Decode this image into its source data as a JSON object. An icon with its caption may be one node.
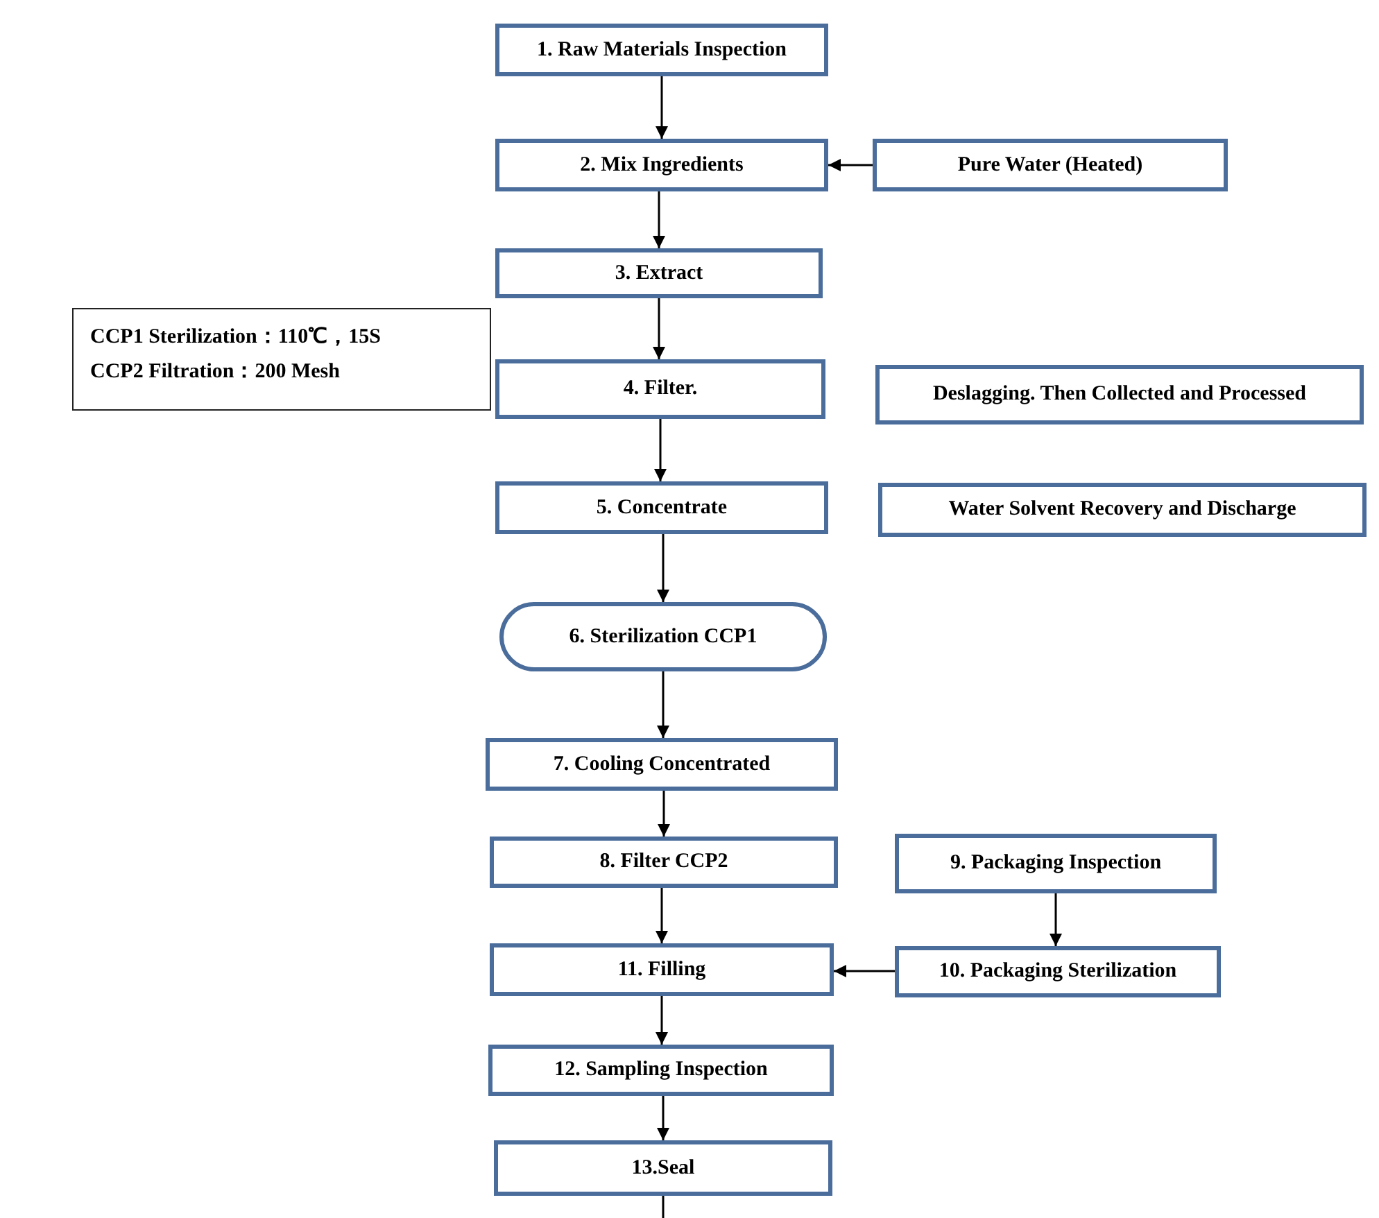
{
  "diagram": {
    "nodes": [
      {
        "text": [
          "1. Raw Materials Inspection"
        ]
      },
      {
        "text": [
          "2. Mix Ingredients"
        ]
      },
      {
        "text": [
          "Pure Water (Heated)"
        ]
      },
      {
        "text": [
          "3. Extract"
        ]
      },
      {
        "text": [
          "CCP1 Sterilization：110℃，15S",
          "CCP2 Filtration：200 Mesh"
        ]
      },
      {
        "text": [
          "4. Filter."
        ]
      },
      {
        "text": [
          "Deslagging. Then Collected and Processed"
        ]
      },
      {
        "text": [
          "5. Concentrate"
        ]
      },
      {
        "text": [
          "Water Solvent Recovery and Discharge"
        ]
      },
      {
        "text": [
          "6. Sterilization CCP1"
        ]
      },
      {
        "text": [
          "7. Cooling Concentrated"
        ]
      },
      {
        "text": [
          "8. Filter CCP2"
        ]
      },
      {
        "text": [
          "9. Packaging Inspection"
        ]
      },
      {
        "text": [
          "11. Filling"
        ]
      },
      {
        "text": [
          "10. Packaging Sterilization"
        ]
      },
      {
        "text": [
          "12. Sampling Inspection"
        ]
      },
      {
        "text": [
          "13.Seal"
        ]
      }
    ],
    "edges": [
      {
        "from": 0,
        "to": 1,
        "arrow": "to"
      },
      {
        "from": 2,
        "to": 1,
        "arrow": "to"
      },
      {
        "from": 1,
        "to": 3,
        "arrow": "to"
      },
      {
        "from": 3,
        "to": 5,
        "arrow": "to"
      },
      {
        "from": 5,
        "to": 7,
        "arrow": "to"
      },
      {
        "from": 7,
        "to": 9,
        "arrow": "to"
      },
      {
        "from": 9,
        "to": 10,
        "arrow": "to"
      },
      {
        "from": 10,
        "to": 11,
        "arrow": "to"
      },
      {
        "from": 12,
        "to": 14,
        "arrow": "to"
      },
      {
        "from": 14,
        "to": 13,
        "arrow": "to"
      },
      {
        "from": 11,
        "to": 13,
        "arrow": "to"
      },
      {
        "from": 13,
        "to": 15,
        "arrow": "to"
      },
      {
        "from": 15,
        "to": 16,
        "arrow": "to"
      },
      {
        "from": 16,
        "to": null,
        "arrow": "none"
      }
    ]
  }
}
